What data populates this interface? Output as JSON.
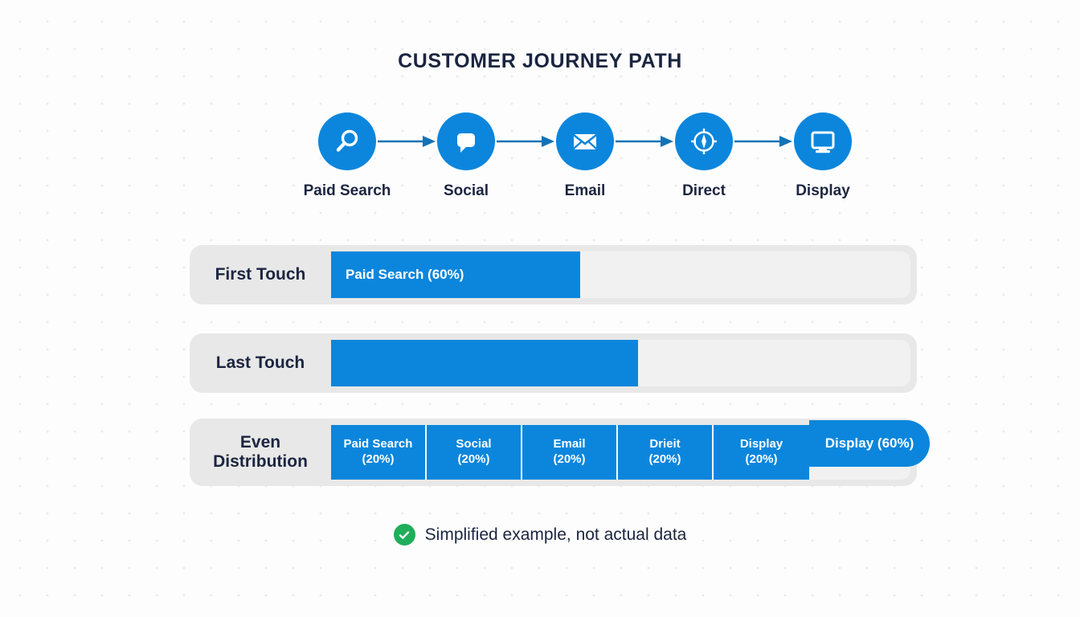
{
  "title": "CUSTOMER JOURNEY PATH",
  "colors": {
    "accent_blue": "#0b86dc",
    "text_navy": "#1b2540",
    "row_bg": "#e8e8e8",
    "track_bg": "#f1f1f1",
    "success_green": "#1fae5a"
  },
  "journey": {
    "nodes": [
      {
        "label": "Paid Search",
        "icon": "search-icon"
      },
      {
        "label": "Social",
        "icon": "chat-bubble-icon"
      },
      {
        "label": "Email",
        "icon": "envelope-icon"
      },
      {
        "label": "Direct",
        "icon": "compass-icon"
      },
      {
        "label": "Display",
        "icon": "monitor-icon"
      }
    ],
    "connector_icon": "arrow-right-icon"
  },
  "attribution": {
    "first_touch": {
      "label": "First Touch",
      "bar_label": "Paid Search (60%)",
      "bar_percent": 43
    },
    "last_touch": {
      "label": "Last Touch",
      "bar_label": "",
      "bar_percent": 53
    },
    "even_distribution": {
      "label_line1": "Even",
      "label_line2": "Distribution",
      "segments": [
        {
          "name": "Paid Search",
          "value": "(20%)"
        },
        {
          "name": "Social",
          "value": "(20%)"
        },
        {
          "name": "Email",
          "value": "(20%)"
        },
        {
          "name": "Drieit",
          "value": "(20%)"
        },
        {
          "name": "Display",
          "value": "(20%)"
        }
      ],
      "overlay_label": "Display (60%)"
    }
  },
  "footnote": {
    "icon": "check-circle-icon",
    "text": "Simplified example, not actual data"
  },
  "chart_data": {
    "type": "bar",
    "title": "CUSTOMER JOURNEY PATH",
    "xlabel": "",
    "ylabel": "",
    "xlim": [
      0,
      100
    ],
    "grid": false,
    "legend": "none",
    "categories": [
      "First Touch",
      "Last Touch",
      "Even Distribution"
    ],
    "series": [
      {
        "name": "First Touch",
        "segments": [
          {
            "channel": "Paid Search",
            "value": 60,
            "label": "Paid Search (60%)"
          }
        ],
        "bar_extent_percent": 43
      },
      {
        "name": "Last Touch",
        "segments": [
          {
            "channel": "",
            "value": null,
            "label": ""
          }
        ],
        "bar_extent_percent": 53
      },
      {
        "name": "Even Distribution",
        "segments": [
          {
            "channel": "Paid Search",
            "value": 20,
            "label": "Paid Search (20%)"
          },
          {
            "channel": "Social",
            "value": 20,
            "label": "Social (20%)"
          },
          {
            "channel": "Email",
            "value": 20,
            "label": "Email (20%)"
          },
          {
            "channel": "Drieit",
            "value": 20,
            "label": "Drieit (20%)"
          },
          {
            "channel": "Display",
            "value": 20,
            "label": "Display (20%)"
          },
          {
            "channel": "Display",
            "value": 60,
            "label": "Display (60%)"
          }
        ],
        "bar_extent_percent": 100
      }
    ],
    "path_sequence": [
      "Paid Search",
      "Social",
      "Email",
      "Direct",
      "Display"
    ],
    "annotation": "Simplified example, not actual data"
  }
}
